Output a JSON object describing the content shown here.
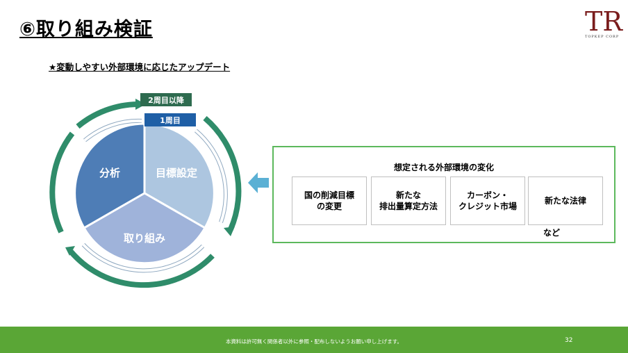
{
  "page_title": "⑥取り組み検証",
  "logo": {
    "mark": "TR",
    "sub": "TOPKEP CORP"
  },
  "subtitle": "★変動しやすい外部環境に応じたアップデート",
  "cycle": {
    "outer_label": "2周目以降",
    "inner_label": "1周目",
    "segments": [
      "目標設定",
      "取り組み",
      "分析"
    ]
  },
  "environment": {
    "title": "想定される外部環境の変化",
    "items": [
      "国の削減目標\nの変更",
      "新たな\n排出量算定方法",
      "カーボン・\nクレジット市場",
      "新たな法律"
    ],
    "note": "など"
  },
  "footer": {
    "text": "本資料は許可無く関係者以外に参照・配布しないようお願い申し上げます。",
    "page_number": "32"
  },
  "colors": {
    "outer_ring": "#2f8c6a",
    "label_outer": "#2e6b4f",
    "label_inner": "#1f5fa6",
    "seg_goal": "#adc6e0",
    "seg_action": "#9fb3da",
    "seg_analysis": "#4e7db6",
    "footer": "#5aa636",
    "env_border": "#5cb85c",
    "arrow": "#5bb0d4"
  }
}
